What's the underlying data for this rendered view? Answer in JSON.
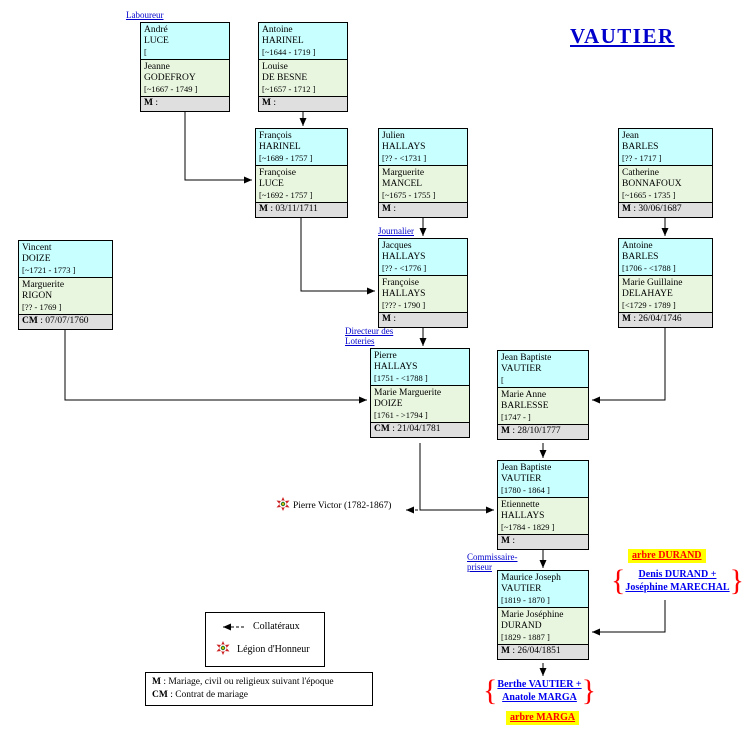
{
  "title": "VAUTIER",
  "boxes": [
    {
      "label": "Laboureur",
      "husband": {
        "given": "André",
        "surname": "LUCE",
        "dates": "["
      },
      "wife": {
        "given": "Jeanne",
        "surname": "GODEFROY",
        "dates": "[~1667 - 1749 ]"
      },
      "marriage": {
        "label": "M",
        "value": " :"
      }
    },
    {
      "husband": {
        "given": "Antoine",
        "surname": "HARINEL",
        "dates": "[~1644 - 1719 ]"
      },
      "wife": {
        "given": "Louise",
        "surname": "DE BESNE",
        "dates": "[~1657 - 1712 ]"
      },
      "marriage": {
        "label": "M",
        "value": " :"
      }
    },
    {
      "husband": {
        "given": "François",
        "surname": "HARINEL",
        "dates": "[~1689 - 1757 ]"
      },
      "wife": {
        "given": "Françoise",
        "surname": "LUCE",
        "dates": "[~1692 - 1757 ]"
      },
      "marriage": {
        "label": "M",
        "value": " : 03/11/1711"
      }
    },
    {
      "husband": {
        "given": "Julien",
        "surname": "HALLAYS",
        "dates": "[?? - <1731 ]"
      },
      "wife": {
        "given": "Marguerite",
        "surname": "MANCEL",
        "dates": "[~1675 - 1755 ]"
      },
      "marriage": {
        "label": "M",
        "value": " :"
      }
    },
    {
      "husband": {
        "given": "Jean",
        "surname": "BARLES",
        "dates": "[?? - 1717 ]"
      },
      "wife": {
        "given": "Catherine",
        "surname": "BONNAFOUX",
        "dates": "[~1665 - 1735 ]"
      },
      "marriage": {
        "label": "M",
        "value": " : 30/06/1687"
      }
    },
    {
      "husband": {
        "given": "Vincent",
        "surname": "DOIZE",
        "dates": "[~1721 - 1773 ]"
      },
      "wife": {
        "given": "Marguerite",
        "surname": "RIGON",
        "dates": "[?? - 1769 ]"
      },
      "marriage": {
        "label": "CM",
        "value": " : 07/07/1760"
      }
    },
    {
      "label": "Journalier",
      "husband": {
        "given": "Jacques",
        "surname": "HALLAYS",
        "dates": "[?? - <1776 ]"
      },
      "wife": {
        "given": "Françoise",
        "surname": "HALLAYS",
        "dates": "[??? - 1790 ]"
      },
      "marriage": {
        "label": "M",
        "value": " :"
      }
    },
    {
      "husband": {
        "given": "Antoine",
        "surname": "BARLES",
        "dates": "[1706 - <1788 ]"
      },
      "wife": {
        "given": "Marie Guillaine",
        "surname": "DELAHAYE",
        "dates": "[<1729 - 1789 ]"
      },
      "marriage": {
        "label": "M",
        "value": " : 26/04/1746"
      }
    },
    {
      "label": "Directeur des Loteries",
      "husband": {
        "given": "Pierre",
        "surname": "HALLAYS",
        "dates": "[1751 - <1788 ]"
      },
      "wife": {
        "given": "Marie Marguerite",
        "surname": "DOIZE",
        "dates": "[1761 - >1794 ]"
      },
      "marriage": {
        "label": "CM",
        "value": " : 21/04/1781"
      }
    },
    {
      "husband": {
        "given": "Jean Baptiste",
        "surname": "VAUTIER",
        "dates": "["
      },
      "wife": {
        "given": "Marie Anne",
        "surname": "BARLESSE",
        "dates": "[1747 - ]"
      },
      "marriage": {
        "label": "M",
        "value": " : 28/10/1777"
      }
    },
    {
      "husband": {
        "given": "Jean Baptiste",
        "surname": "VAUTIER",
        "dates": "[1780 - 1864 ]"
      },
      "wife": {
        "given": "Etiennette",
        "surname": "HALLAYS",
        "dates": "[~1784 - 1829 ]"
      },
      "marriage": {
        "label": "M",
        "value": " :"
      }
    },
    {
      "label": "Commissaire-priseur",
      "husband": {
        "given": "Maurice Joseph",
        "surname": "VAUTIER",
        "dates": "[1819 - 1870 ]"
      },
      "wife": {
        "given": "Marie Joséphine",
        "surname": "DURAND",
        "dates": "[1829 - 1887 ]"
      },
      "marriage": {
        "label": "M",
        "value": " : 26/04/1851"
      }
    }
  ],
  "pierre_victor": "Pierre Victor (1782-1867)",
  "links": {
    "arbre_durand": "arbre DURAND",
    "denis_line1": "Denis DURAND +",
    "denis_line2": "Joséphine MARECHAL",
    "berthe_line1": "Berthe VAUTIER +",
    "berthe_line2": "Anatole MARGA",
    "arbre_marga": "arbre MARGA",
    "brace_open": "{",
    "brace_close": "}"
  },
  "legend": {
    "collateral": "Collatéraux",
    "legion": "Légion d'Honneur",
    "m_label": "M",
    "m_text": " : Mariage, civil ou religieux suivant l'époque",
    "cm_label": "CM",
    "cm_text": " : Contrat de mariage"
  },
  "colors": {
    "husband_bg": "#C8FFFF",
    "wife_bg": "#E9F6DF",
    "marriage_bg": "#DFDFDF",
    "label_blue": "#0000CC",
    "link_blue": "#0000EE",
    "accent_red": "#FF0000",
    "highlight_yellow": "#FFFF00"
  }
}
